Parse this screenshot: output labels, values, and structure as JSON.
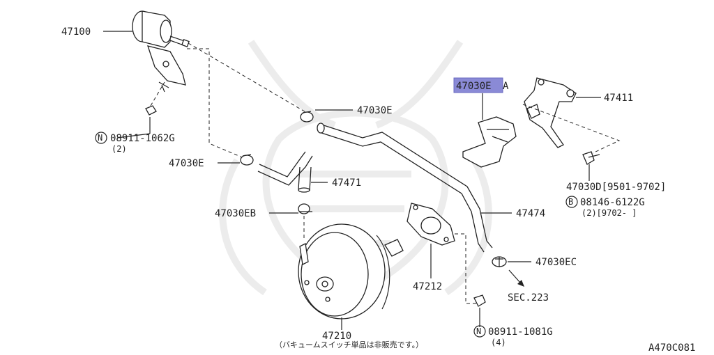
{
  "diagram": {
    "code": "A470C081",
    "highlight_color": "#8a8ad6",
    "labels": {
      "p47100": "47100",
      "p47030e_top": "47030E",
      "p08911_1062g": "08911-1062G",
      "p08911_1062g_qty": "(2)",
      "p47030e_left": "47030E",
      "p47471": "47471",
      "p47030eb": "47030EB",
      "p47030ea": "47030E",
      "p47030ea_suffix": "A",
      "p47411": "47411",
      "p47030d": "47030D[9501-9702]",
      "p08146_6122g": "08146-6122G",
      "p08146_6122g_qty": "(2)[9702-     ]",
      "p47474": "47474",
      "p47212": "47212",
      "p47030ec": "47030EC",
      "sec223": "SEC.223",
      "p47210": "47210",
      "p47210_note": "（バキュームスイッチ単品は非販売です。）",
      "p08911_1081g": "08911-1081G",
      "p08911_1081g_qty": "(4)"
    },
    "symbols": {
      "n": "N",
      "b": "B"
    }
  }
}
